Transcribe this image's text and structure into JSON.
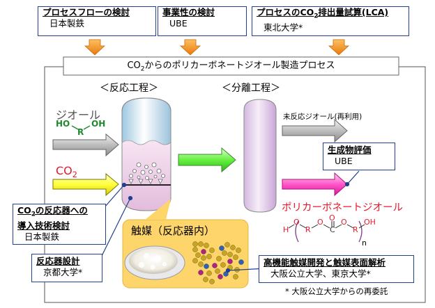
{
  "top_boxes": [
    {
      "title": "プロセスフローの検討",
      "org": "日本製鉄"
    },
    {
      "title": "事業性の検討",
      "org": "UBE"
    },
    {
      "title_pre": "プロセスのCO",
      "title_sub": "2",
      "title_post": "排出量試算(LCA)",
      "org": "東北大学*"
    }
  ],
  "process_title_pre": "CO",
  "process_title_sub": "2",
  "process_title_post": "からのポリカーボネートジオール製造プロセス",
  "reaction_label": "＜反応工程＞",
  "separation_label": "＜分離工程＞",
  "inputs": {
    "diol": "ジオール",
    "diol_formula": {
      "ho": "HO",
      "r": "R",
      "oh": "OH"
    },
    "co2_main": "CO",
    "co2_sub": "2"
  },
  "outputs": {
    "unreacted": "未反応ジオール(再利用)",
    "product": "ポリカーボネートジオール"
  },
  "product_eval": {
    "title": "生成物評価",
    "org": "UBE"
  },
  "co2_reactor": {
    "title_pre": "CO",
    "title_sub": "2",
    "title_mid": "の反応器への",
    "title_line2": "導入技術検討",
    "org": "日本製鉄"
  },
  "reactor_design": {
    "title": "反応器設計",
    "org": "京都大学*"
  },
  "catalyst": {
    "title": "触媒（反応器内）"
  },
  "catalyst_dev": {
    "title": "高機能触媒開発と触媒表面解析",
    "org": "大阪公立大学、東京大学*"
  },
  "footnote": "* 大阪公立大学からの再委託",
  "polymer_formula": {
    "h": "H",
    "o1": "O",
    "r1": "R",
    "o2": "O",
    "o3": "O",
    "c": "C",
    "o4": "O",
    "r2": "R",
    "oh": "OH",
    "n": "n"
  },
  "colors": {
    "box_border": "#1f3f8f",
    "arrow_orange": "#f7941d",
    "product_red": "#e8192c",
    "green_formula": "#1e8a2e",
    "catalyst_bg": "#fdd56b"
  }
}
